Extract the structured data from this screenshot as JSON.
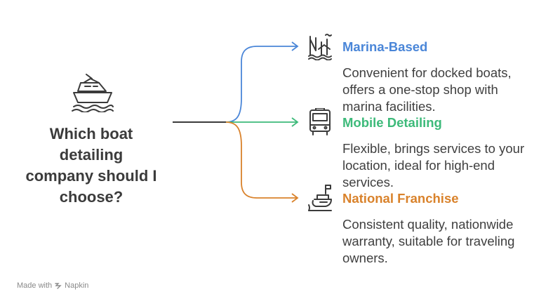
{
  "question": {
    "lines": [
      "Which boat",
      "detailing",
      "company should I",
      "choose?"
    ]
  },
  "options": [
    {
      "title": "Marina-Based",
      "color": "#4a86d8",
      "icon": "marina-icon",
      "desc_lines": [
        "Convenient for docked boats,",
        "offers a one-stop shop with",
        "marina facilities."
      ]
    },
    {
      "title": "Mobile Detailing",
      "color": "#3dba7a",
      "icon": "van-icon",
      "desc_lines": [
        "Flexible, brings services to your",
        "location, ideal for high-end",
        "services."
      ]
    },
    {
      "title": "National Franchise",
      "color": "#d9822b",
      "icon": "flagged-boat-icon",
      "desc_lines": [
        "Consistent quality, nationwide",
        "warranty, suitable for traveling",
        "owners."
      ]
    }
  ],
  "central_icon": "yacht-icon",
  "footer": {
    "made_with": "Made with",
    "brand": "Napkin"
  }
}
